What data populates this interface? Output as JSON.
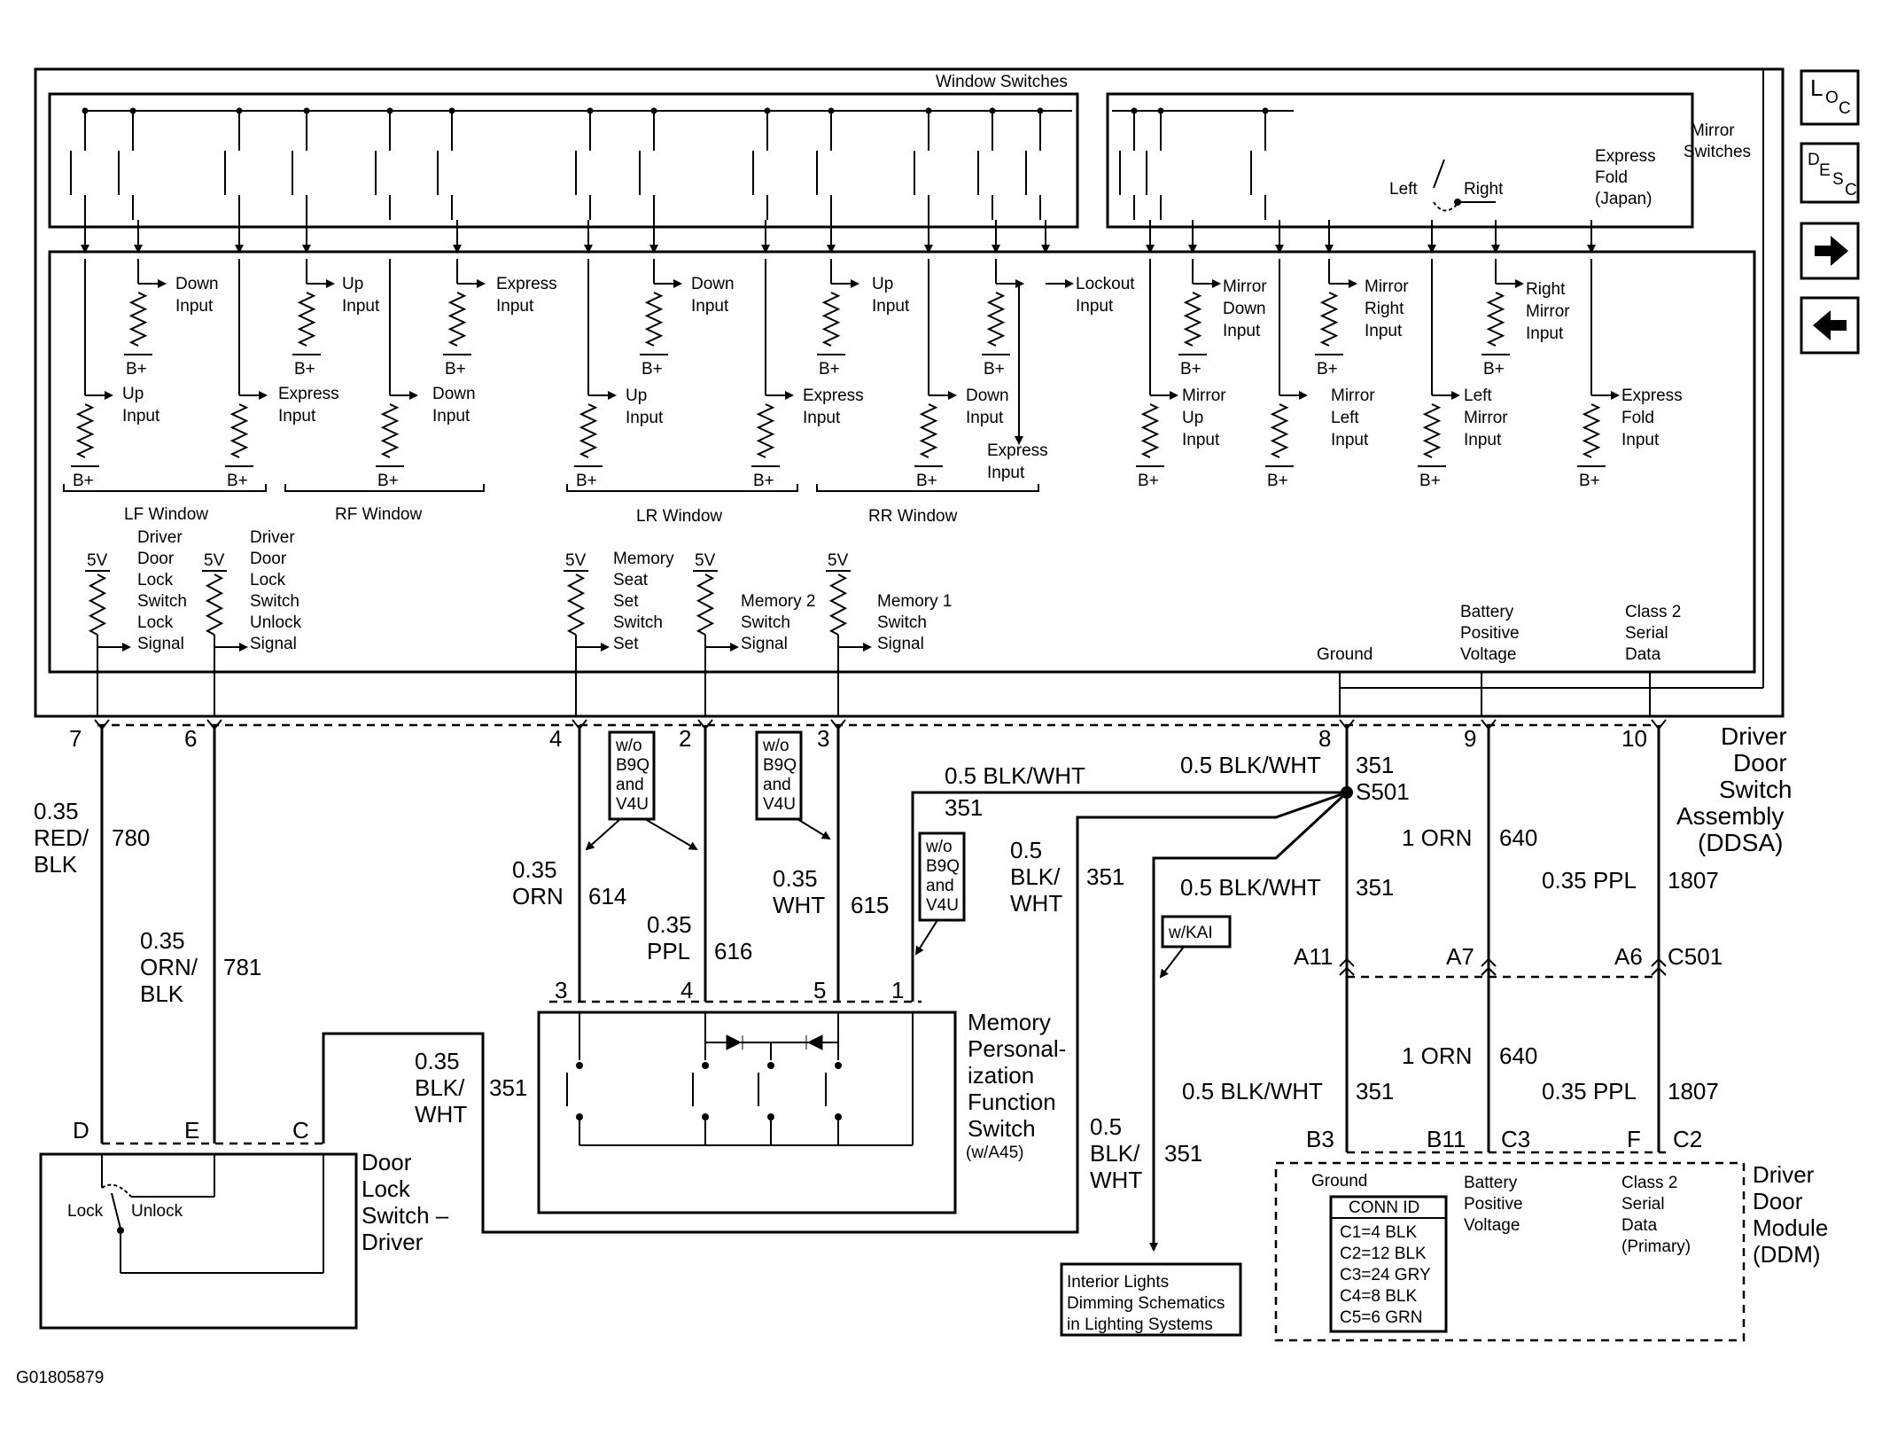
{
  "figure_id": "G01805879",
  "nav": {
    "loc": {
      "big": "L",
      "s1": "O",
      "s2": "C"
    },
    "desc": {
      "big": "D",
      "s1": "E",
      "s2": "S",
      "s3": "C"
    }
  },
  "header": {
    "window_switches": "Window Switches",
    "mirror_switches": [
      "Mirror",
      "Switches"
    ]
  },
  "mirror_switch_labels": {
    "left": "Left",
    "right": "Right",
    "express_fold": [
      "Express",
      "Fold",
      "(Japan)"
    ]
  },
  "inputs": {
    "lf_down": [
      "Down",
      "Input"
    ],
    "lf_up": [
      "Up",
      "Input"
    ],
    "lf_express": [
      "Express",
      "Input"
    ],
    "rf_up": [
      "Up",
      "Input"
    ],
    "rf_express": [
      "Express",
      "Input"
    ],
    "rf_down": [
      "Down",
      "Input"
    ],
    "lr_down": [
      "Down",
      "Input"
    ],
    "lr_up": [
      "Up",
      "Input"
    ],
    "lr_express": [
      "Express",
      "Input"
    ],
    "rr_up": [
      "Up",
      "Input"
    ],
    "rr_down": [
      "Down",
      "Input"
    ],
    "rr_express": [
      "Express",
      "Input"
    ],
    "lockout": [
      "Lockout",
      "Input"
    ],
    "mirror_down": [
      "Mirror",
      "Down",
      "Input"
    ],
    "mirror_right": [
      "Mirror",
      "Right",
      "Input"
    ],
    "right_mirror": [
      "Right",
      "Mirror",
      "Input"
    ],
    "mirror_up": [
      "Mirror",
      "Up",
      "Input"
    ],
    "mirror_left": [
      "Mirror",
      "Left",
      "Input"
    ],
    "left_mirror": [
      "Left",
      "Mirror",
      "Input"
    ],
    "express_fold": [
      "Express",
      "Fold",
      "Input"
    ]
  },
  "supply": {
    "bplus": "B+",
    "fivev": "5V"
  },
  "groups": {
    "lf": "LF Window",
    "rf": "RF Window",
    "lr": "LR Window",
    "rr": "RR Window"
  },
  "signals": {
    "lock": [
      "Driver",
      "Door",
      "Lock",
      "Switch",
      "Lock",
      "Signal"
    ],
    "unlock": [
      "Driver",
      "Door",
      "Lock",
      "Switch",
      "Unlock",
      "Signal"
    ],
    "mem_set": [
      "Memory",
      "Seat",
      "Set",
      "Switch",
      "Set"
    ],
    "mem2": [
      "Memory 2",
      "Switch",
      "Signal"
    ],
    "mem1": [
      "Memory 1",
      "Switch",
      "Signal"
    ],
    "ground": "Ground",
    "battery": [
      "Battery",
      "Positive",
      "Voltage"
    ],
    "class2": [
      "Class 2",
      "Serial",
      "Data"
    ]
  },
  "ddsa_label": [
    "Driver",
    "Door",
    "Switch",
    "Assembly",
    "(DDSA)"
  ],
  "ddsa_pins": {
    "p7": "7",
    "p6": "6",
    "p4": "4",
    "p2": "2",
    "p3": "3",
    "p8": "8",
    "p9": "9",
    "p10": "10"
  },
  "wires": {
    "w780": {
      "gauge": [
        "0.35",
        "RED/",
        "BLK"
      ],
      "circuit": "780"
    },
    "w781": {
      "gauge": [
        "0.35",
        "ORN/",
        "BLK"
      ],
      "circuit": "781"
    },
    "w614": {
      "gauge": [
        "0.35",
        "ORN"
      ],
      "circuit": "614"
    },
    "w616": {
      "gauge": [
        "0.35",
        "PPL"
      ],
      "circuit": "616"
    },
    "w615": {
      "gauge": [
        "0.35",
        "WHT"
      ],
      "circuit": "615"
    },
    "w351_top": {
      "gauge": "0.5 BLK/WHT",
      "circuit": "351"
    },
    "w351_mid": {
      "gauge": [
        "0.5",
        "BLK/",
        "WHT"
      ],
      "circuit": "351"
    },
    "w351_door": {
      "gauge": [
        "0.35",
        "BLK/",
        "WHT"
      ],
      "circuit": "351"
    },
    "w351_s501": {
      "gauge": "0.5 BLK/WHT",
      "circuit": "351"
    },
    "w351_a11": {
      "gauge": "0.5 BLK/WHT",
      "circuit": "351"
    },
    "w351_b3": {
      "gauge": "0.5 BLK/WHT",
      "circuit": "351"
    },
    "w351_kai": {
      "gauge": [
        "0.5",
        "BLK/",
        "WHT"
      ],
      "circuit": "351"
    },
    "w640_a": {
      "gauge": "1 ORN",
      "circuit": "640"
    },
    "w640_b": {
      "gauge": "1 ORN",
      "circuit": "640"
    },
    "w1807_a": {
      "gauge": "0.35 PPL",
      "circuit": "1807"
    },
    "w1807_b": {
      "gauge": "0.35 PPL",
      "circuit": "1807"
    }
  },
  "splice": "S501",
  "options": {
    "opt1": [
      "w/o",
      "B9Q",
      "and",
      "V4U"
    ],
    "opt2": [
      "w/o",
      "B9Q",
      "and",
      "V4U"
    ],
    "opt3": [
      "w/o",
      "B9Q",
      "and",
      "V4U"
    ],
    "kai": "w/KAI"
  },
  "connector_c501": {
    "a11": "A11",
    "a7": "A7",
    "a6": "A6",
    "name": "C501"
  },
  "memory_switch": {
    "pins": [
      "3",
      "4",
      "5",
      "1"
    ],
    "label": [
      "Memory",
      "Personal-",
      "ization",
      "Function",
      "Switch"
    ],
    "option": "(w/A45)"
  },
  "door_lock": {
    "pins": {
      "d": "D",
      "e": "E",
      "c": "C"
    },
    "lock": "Lock",
    "unlock": "Unlock",
    "label": [
      "Door",
      "Lock",
      "Switch –",
      "Driver"
    ]
  },
  "ddm": {
    "pins": {
      "b3": "B3",
      "b11": "B11",
      "c3": "C3",
      "f": "F",
      "c2": "C2"
    },
    "ground": "Ground",
    "battery": [
      "Battery",
      "Positive",
      "Voltage"
    ],
    "class2": [
      "Class 2",
      "Serial",
      "Data",
      "(Primary)"
    ],
    "conn_id_title": "CONN ID",
    "conn_ids": [
      "C1=4 BLK",
      "C2=12 BLK",
      "C3=24 GRY",
      "C4=8 BLK",
      "C5=6 GRN"
    ],
    "label": [
      "Driver",
      "Door",
      "Module",
      "(DDM)"
    ]
  },
  "interior_ref": [
    "Interior Lights",
    "Dimming Schematics",
    "in Lighting Systems"
  ]
}
